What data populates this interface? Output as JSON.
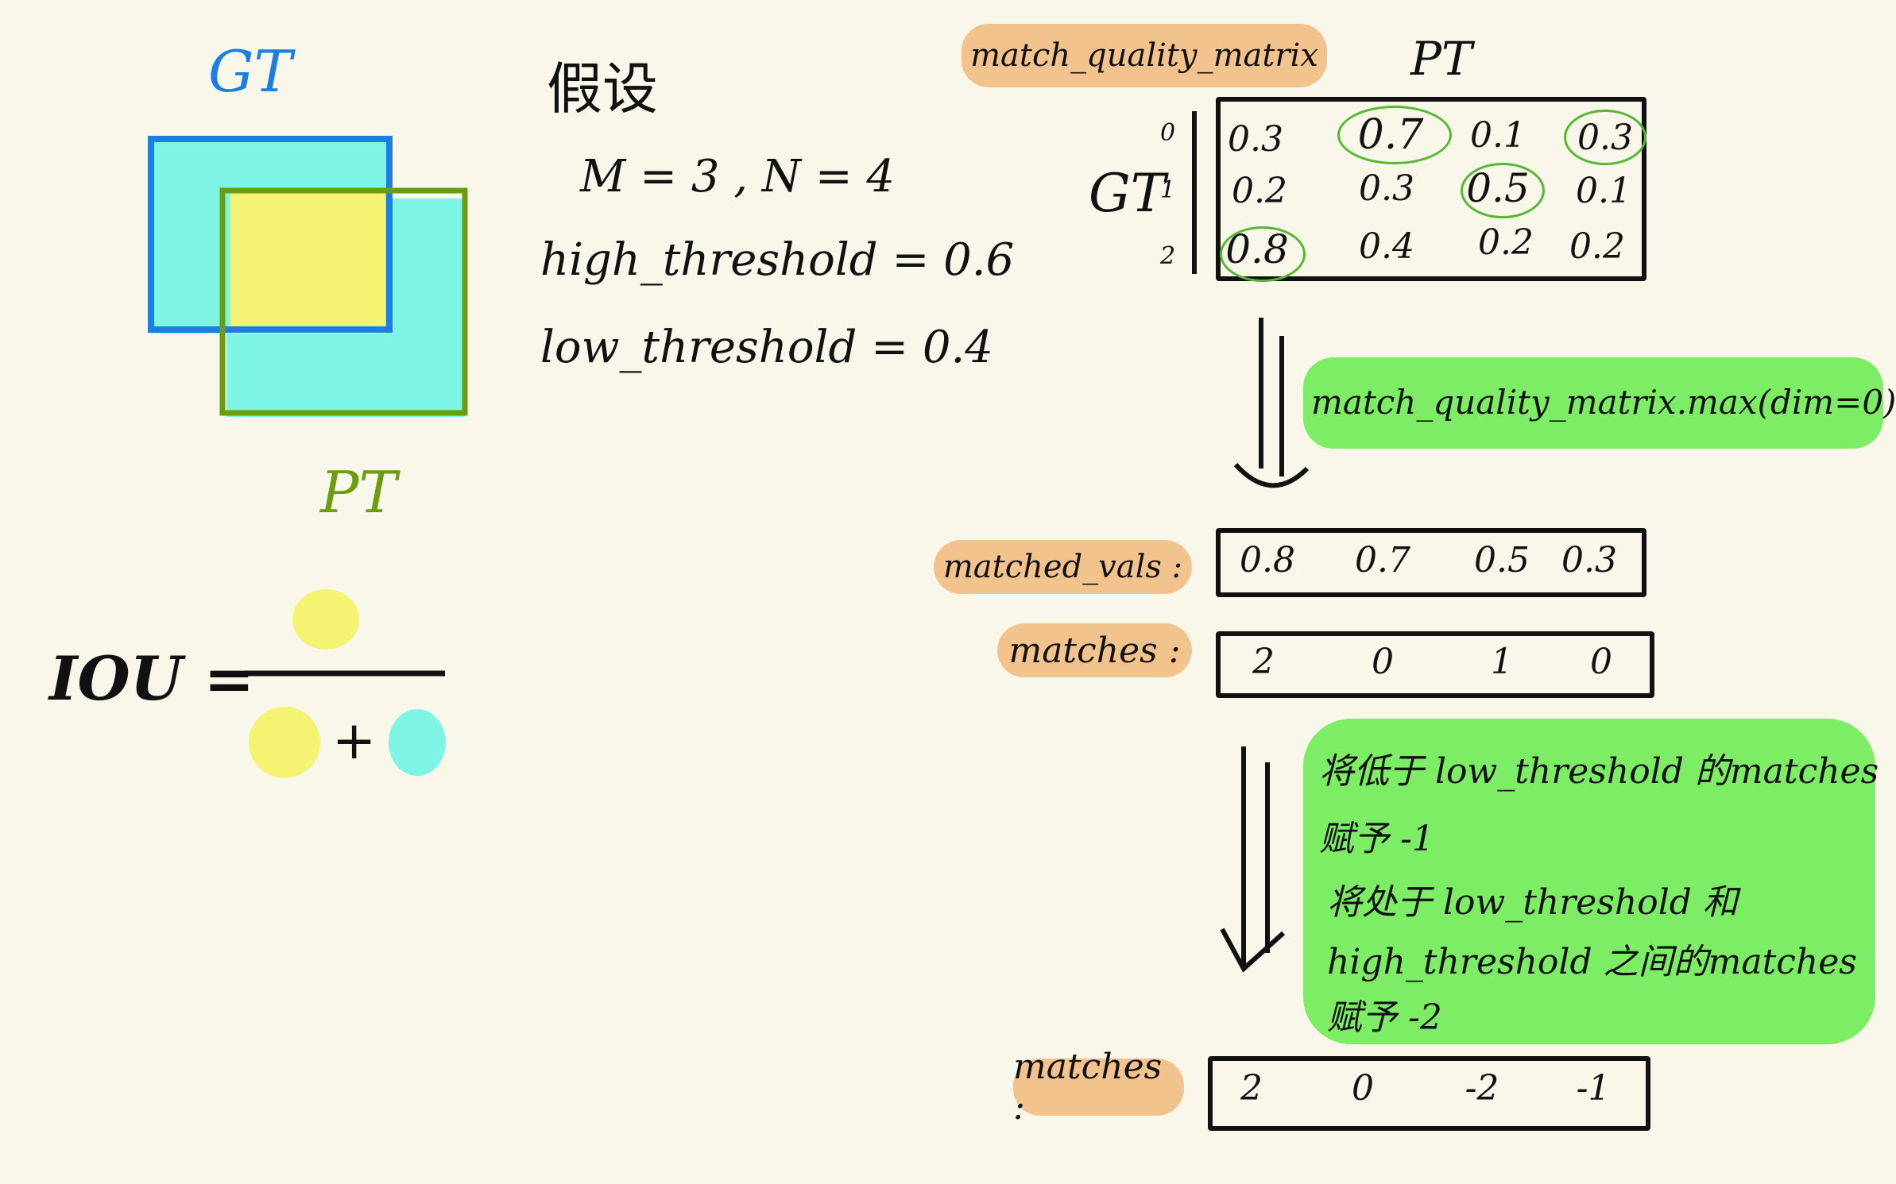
{
  "left": {
    "gt_label": "GT",
    "pt_label": "PT",
    "iou_label": "IOU ="
  },
  "assumptions": {
    "title": "假设",
    "mn": "M = 3 , N = 4",
    "high": "high_threshold = 0.6",
    "low": "low_threshold = 0.4"
  },
  "matrix": {
    "label": "match_quality_matrix",
    "column_header": "PT",
    "row_header": "GT",
    "row_indices": [
      "0",
      "1",
      "2"
    ],
    "rows": [
      [
        "0.3",
        "0.7",
        "0.1",
        "0.3"
      ],
      [
        "0.2",
        "0.3",
        "0.5",
        "0.1"
      ],
      [
        "0.8",
        "0.4",
        "0.2",
        "0.2"
      ]
    ]
  },
  "step1": {
    "op": "match_quality_matrix.max(dim=0)"
  },
  "matched_vals": {
    "label": "matched_vals :",
    "values": [
      "0.8",
      "0.7",
      "0.5",
      "0.3"
    ]
  },
  "matches": {
    "label": "matches :",
    "values": [
      "2",
      "0",
      "1",
      "0"
    ]
  },
  "step2": {
    "lines": [
      "将低于 low_threshold 的matches",
      "赋予 -1",
      "将处于 low_threshold 和",
      "high_threshold 之间的matches",
      "赋予 -2"
    ]
  },
  "final_matches": {
    "label": "matches :",
    "values": [
      "2",
      "0",
      "-2",
      "-1"
    ]
  },
  "colors": {
    "gt": "#1a7fe0",
    "pt": "#6a9e10",
    "intersection": "#f4f372",
    "union": "#7ef5e4",
    "orange_pill": "#f3c38e",
    "green_note": "#7ded66",
    "circle": "#55b830"
  }
}
